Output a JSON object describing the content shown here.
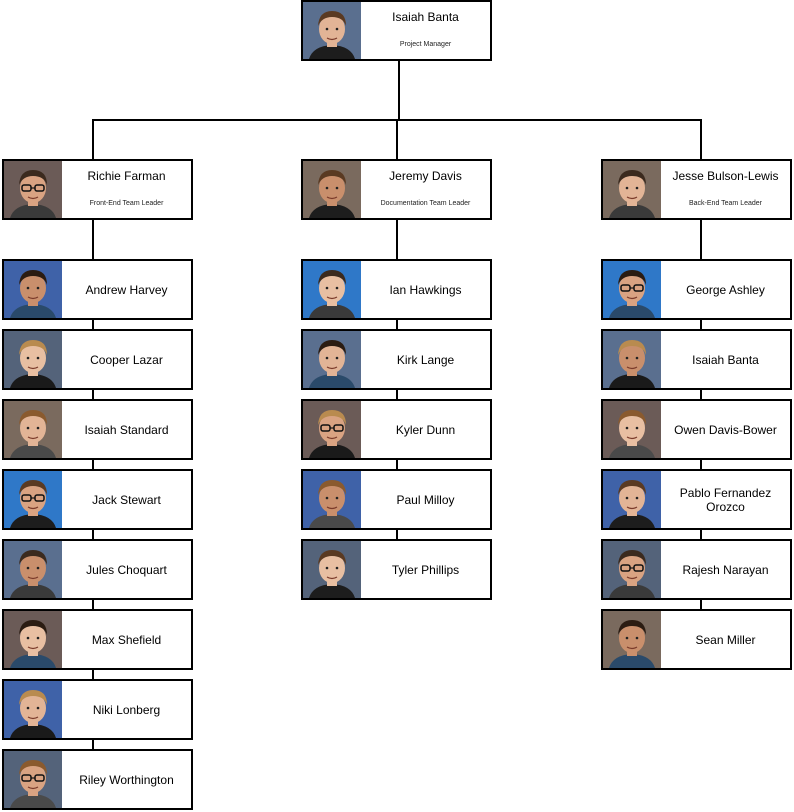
{
  "manager": {
    "name": "Isaiah Banta",
    "role": "Project Manager",
    "photo": "headshot-photo"
  },
  "teams": [
    {
      "lead": {
        "name": "Richie Farman",
        "role": "Front-End Team Leader",
        "photo": "headshot-photo"
      },
      "members": [
        "Andrew Harvey",
        "Cooper Lazar",
        "Isaiah Standard",
        "Jack Stewart",
        "Jules Choquart",
        "Max Shefield",
        "Niki Lonberg",
        "Riley Worthington"
      ]
    },
    {
      "lead": {
        "name": "Jeremy Davis",
        "role": "Documentation Team Leader",
        "photo": "headshot-photo"
      },
      "members": [
        "Ian Hawkings",
        "Kirk Lange",
        "Kyler Dunn",
        "Paul Milloy",
        "Tyler Phillips"
      ]
    },
    {
      "lead": {
        "name": "Jesse Bulson-Lewis",
        "role": "Back-End Team Leader",
        "photo": "headshot-photo"
      },
      "members": [
        "George Ashley",
        "Isaiah Banta",
        "Owen Davis-Bower",
        "Pablo Fernandez Orozco",
        "Rajesh Narayan",
        "Sean Miller"
      ]
    }
  ],
  "colors": {
    "border": "#000000",
    "photo_backgrounds": [
      "#5a6f8f",
      "#6b5b57",
      "#3f62a8",
      "#54637a",
      "#7a6a5e",
      "#2f78c8"
    ],
    "skin": [
      "#e2b496",
      "#d9a382",
      "#c98f6c",
      "#e8bfa2"
    ],
    "hair": [
      "#5a3a22",
      "#2b1c12",
      "#8a5a2e",
      "#3b2a1e",
      "#b98b4f"
    ]
  }
}
